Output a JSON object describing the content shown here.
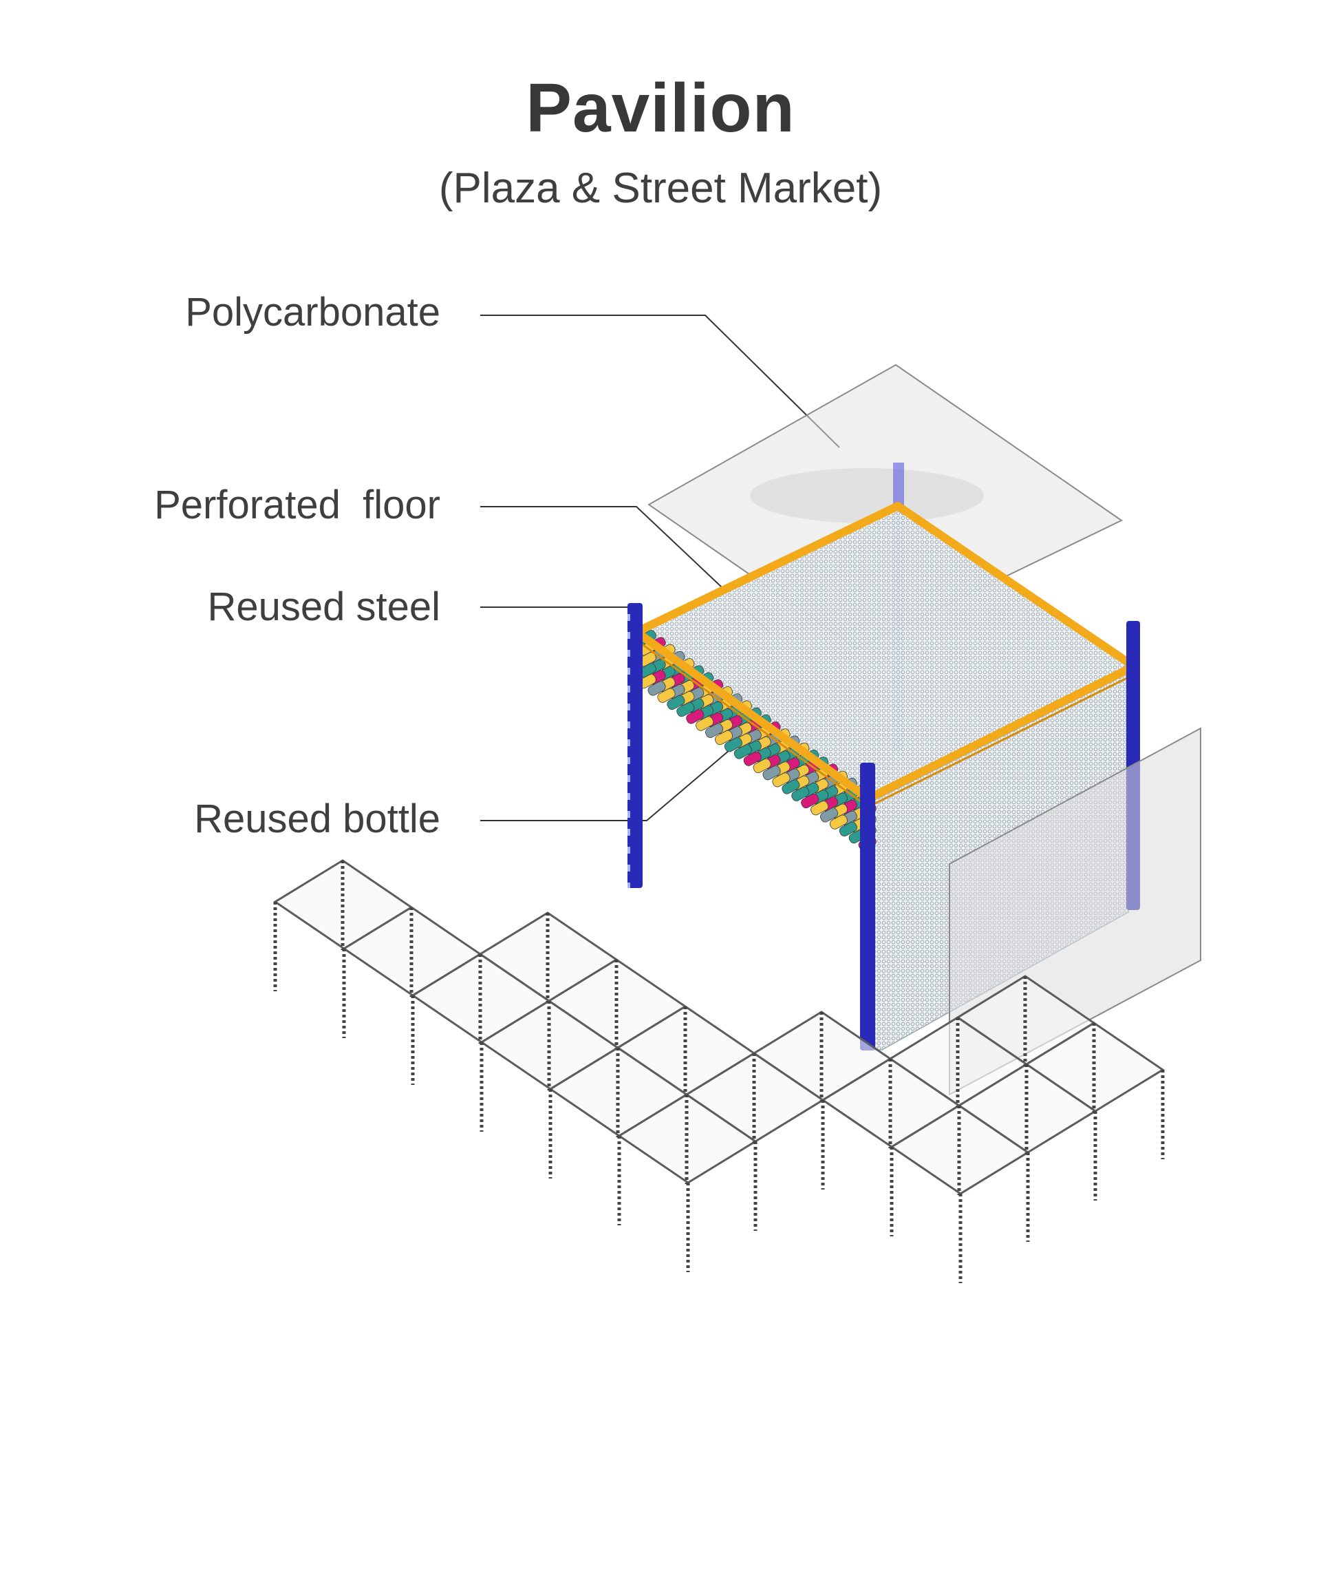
{
  "title": "Pavilion",
  "subtitle": "(Plaza & Street Market)",
  "labels": {
    "polycarbonate": "Polycarbonate",
    "perforated_floor": "Perforated  floor",
    "reused_steel": "Reused steel",
    "reused_bottle": "Reused bottle"
  },
  "colors": {
    "steel_post": "#2a2ab8",
    "beam": "#f2a91a",
    "mesh": "#c9d2d6",
    "bottle_teal": "#2e9b8f",
    "bottle_magenta": "#d81b7a",
    "bottle_yellow": "#f5c842",
    "bottle_grey": "#7f9ca6",
    "panel": "#e6e6e6"
  }
}
